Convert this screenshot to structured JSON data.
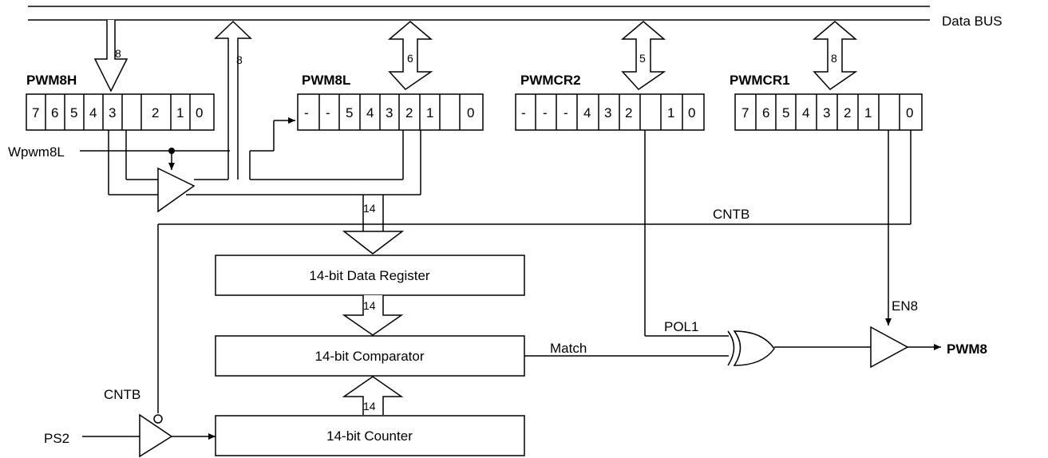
{
  "bus": {
    "label": "Data BUS"
  },
  "registers": {
    "pwm8h": {
      "name": "PWM8H",
      "cells": [
        "7",
        "6",
        "5",
        "4",
        "3",
        "2",
        "1",
        "0"
      ]
    },
    "pwm8l": {
      "name": "PWM8L",
      "cells": [
        "-",
        "-",
        "5",
        "4",
        "3",
        "2",
        "1",
        "0"
      ]
    },
    "pwmcr2": {
      "name": "PWMCR2",
      "cells": [
        "-",
        "-",
        "-",
        "4",
        "3",
        "2",
        "1",
        "0"
      ]
    },
    "pwmcr1": {
      "name": "PWMCR1",
      "cells": [
        "7",
        "6",
        "5",
        "4",
        "3",
        "2",
        "1",
        "0"
      ]
    }
  },
  "bus_widths": {
    "pwm8h_in": "8",
    "pwm8h_out": "8",
    "pwm8l": "6",
    "pwmcr2": "5",
    "pwmcr1": "8",
    "to_data_reg": "14",
    "reg_to_comp": "14",
    "counter_to_comp": "14"
  },
  "signals": {
    "wpwm8l": "Wpwm8L",
    "cntb_top": "CNTB",
    "cntb_left": "CNTB",
    "ps2": "PS2",
    "match": "Match",
    "pol1": "POL1",
    "en8": "EN8",
    "pwm8": "PWM8"
  },
  "blocks": {
    "data_register": "14-bit Data Register",
    "comparator": "14-bit Comparator",
    "counter": "14-bit Counter"
  }
}
